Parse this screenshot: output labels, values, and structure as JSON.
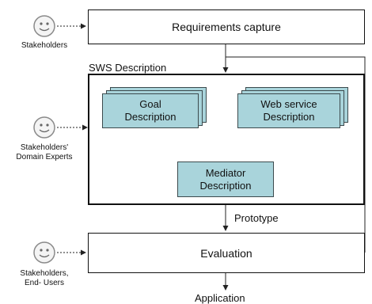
{
  "nodes": {
    "requirements": "Requirements capture",
    "sws_title": "SWS Description",
    "goal": "Goal\nDescription",
    "web_service": "Web service\nDescription",
    "mediator": "Mediator\nDescription",
    "evaluation": "Evaluation"
  },
  "edge_labels": {
    "prototype": "Prototype",
    "application": "Application"
  },
  "actors": [
    {
      "label": "Stakeholders"
    },
    {
      "label": "Stakeholders'\nDomain Experts"
    },
    {
      "label": "Stakeholders,\nEnd- Users"
    }
  ],
  "colors": {
    "component_fill": "#a9d4db",
    "line": "#222222"
  }
}
